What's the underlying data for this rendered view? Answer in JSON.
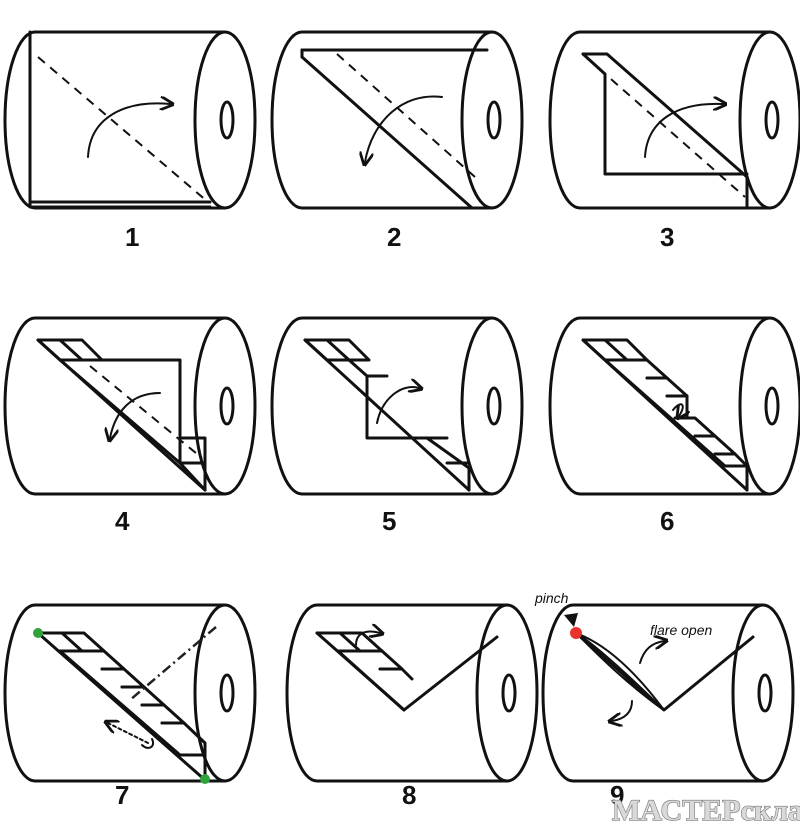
{
  "steps": [
    {
      "number": "1"
    },
    {
      "number": "2"
    },
    {
      "number": "3"
    },
    {
      "number": "4"
    },
    {
      "number": "5"
    },
    {
      "number": "6"
    },
    {
      "number": "7"
    },
    {
      "number": "8"
    },
    {
      "number": "9"
    }
  ],
  "annotations": {
    "pinch": "pinch",
    "flare_open": "flare open"
  },
  "watermark": "МАСТЕРсклад",
  "colors": {
    "line": "#111111",
    "marker_green": "#2fa33a",
    "marker_red": "#e8322e"
  }
}
